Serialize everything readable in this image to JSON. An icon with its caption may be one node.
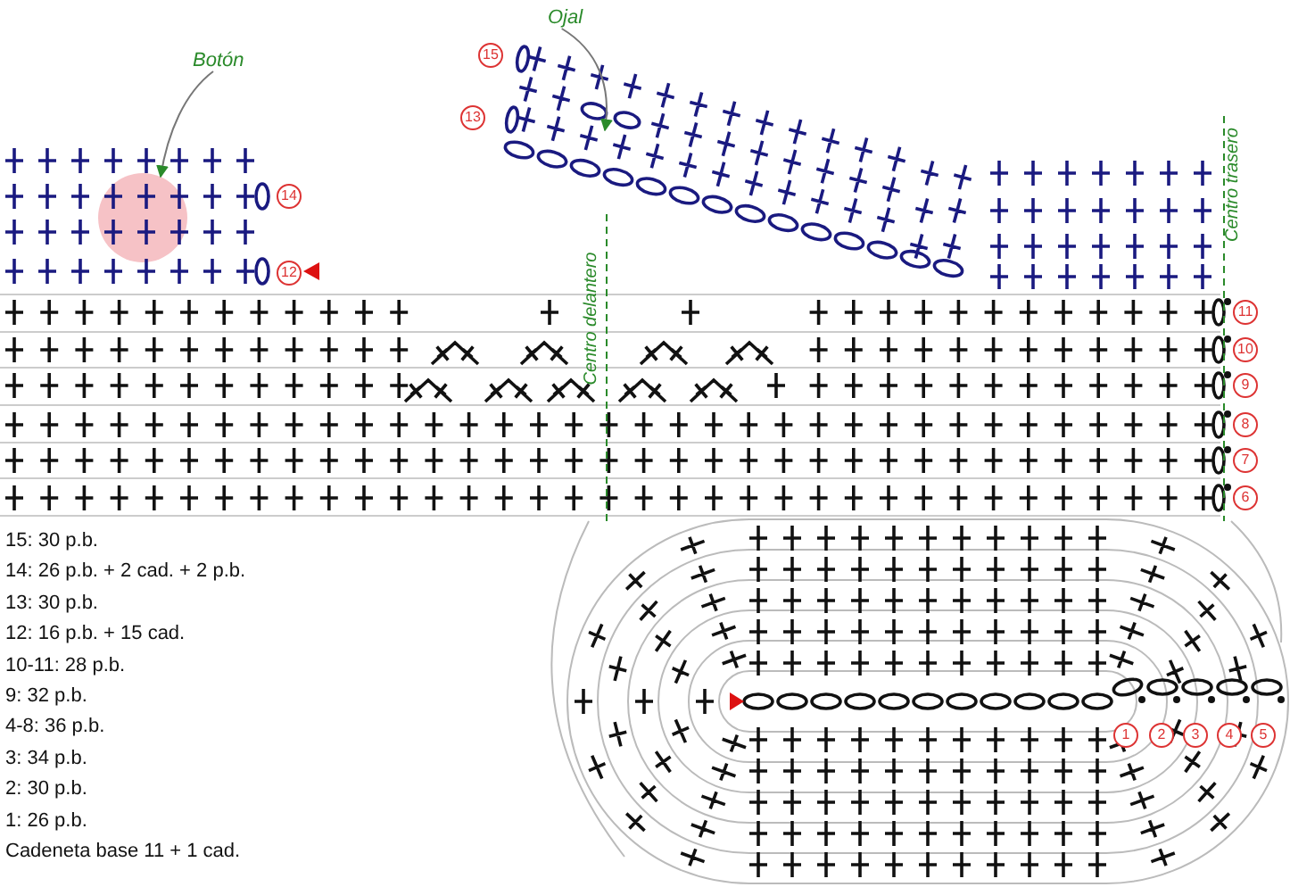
{
  "diagram": {
    "nodes": [
      {
        "text": [
          "Botón"
        ]
      },
      {
        "text": [],
        "shape": "circle"
      },
      {
        "text": [
          "Ojal"
        ]
      }
    ],
    "edges": [
      {
        "from": 0,
        "to": 1,
        "arrow": "to"
      },
      {
        "from": 2,
        "to": null,
        "arrow": "to"
      }
    ],
    "labels": [
      "15",
      "13",
      "14",
      "12",
      "Centro delantero",
      "Centro trasero",
      "11",
      "10",
      "9",
      "8",
      "7",
      "6",
      "15: 30 p.b.",
      "14: 26 p.b. + 2 cad. + 2 p.b.",
      "13: 30 p.b.",
      "12: 16 p.b. + 15 cad.",
      "10-11: 28 p.b.",
      "9: 32 p.b.",
      "4-8: 36 p.b.",
      "3: 34 p.b.",
      "2: 30 p.b.",
      "1: 26 p.b.",
      "Cadeneta base 11 + 1 cad.",
      "1",
      "2",
      "3",
      "4",
      "5"
    ]
  }
}
